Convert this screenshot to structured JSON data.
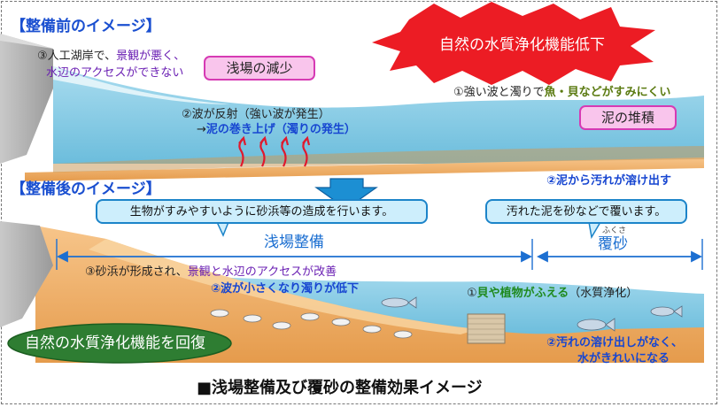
{
  "before": {
    "heading": "【整備前のイメージ】",
    "banner": "自然の水質浄化機能低下",
    "shoal_decrease": "浅場の減少",
    "note3_line1_prefix": "③人工湖岸で、",
    "note3_line1_highlight": "景観が悪く、",
    "note3_line2": "水辺のアクセスができない",
    "note1_prefix": "①強い波と濁りで",
    "note1_highlight": "魚・貝などがすみにくい",
    "note2_line1": "②波が反射（強い波が発生）",
    "note2_line2_prefix": "→",
    "note2_line2_highlight": "泥の巻き上げ（濁りの発生）",
    "mud_box": "泥の堆積",
    "mud_leak": "②泥から汚れが溶け出す"
  },
  "after": {
    "heading": "【整備後のイメージ】",
    "bubble_left": "生物がすみやすいように砂浜等の造成を行います。",
    "bubble_right": "汚れた泥を砂などで覆います。",
    "span_left_label": "浅場整備",
    "span_right_label": "覆砂",
    "furigana": "ふくさ",
    "note3_prefix": "③砂浜が形成され、",
    "note3_highlight": "景観と水辺のアクセスが改善",
    "note2": "②波が小さくなり濁りが低下",
    "note1_prefix": "①",
    "note1_highlight": "貝や植物がふえる",
    "note1_suffix": "（水質浄化）",
    "note_leak_line1": "②汚れの溶け出しがなく、",
    "note_leak_line2": "水がきれいになる",
    "recovered": "自然の水質浄化機能を回復"
  },
  "caption": "■浅場整備及び覆砂の整備効果イメージ"
}
